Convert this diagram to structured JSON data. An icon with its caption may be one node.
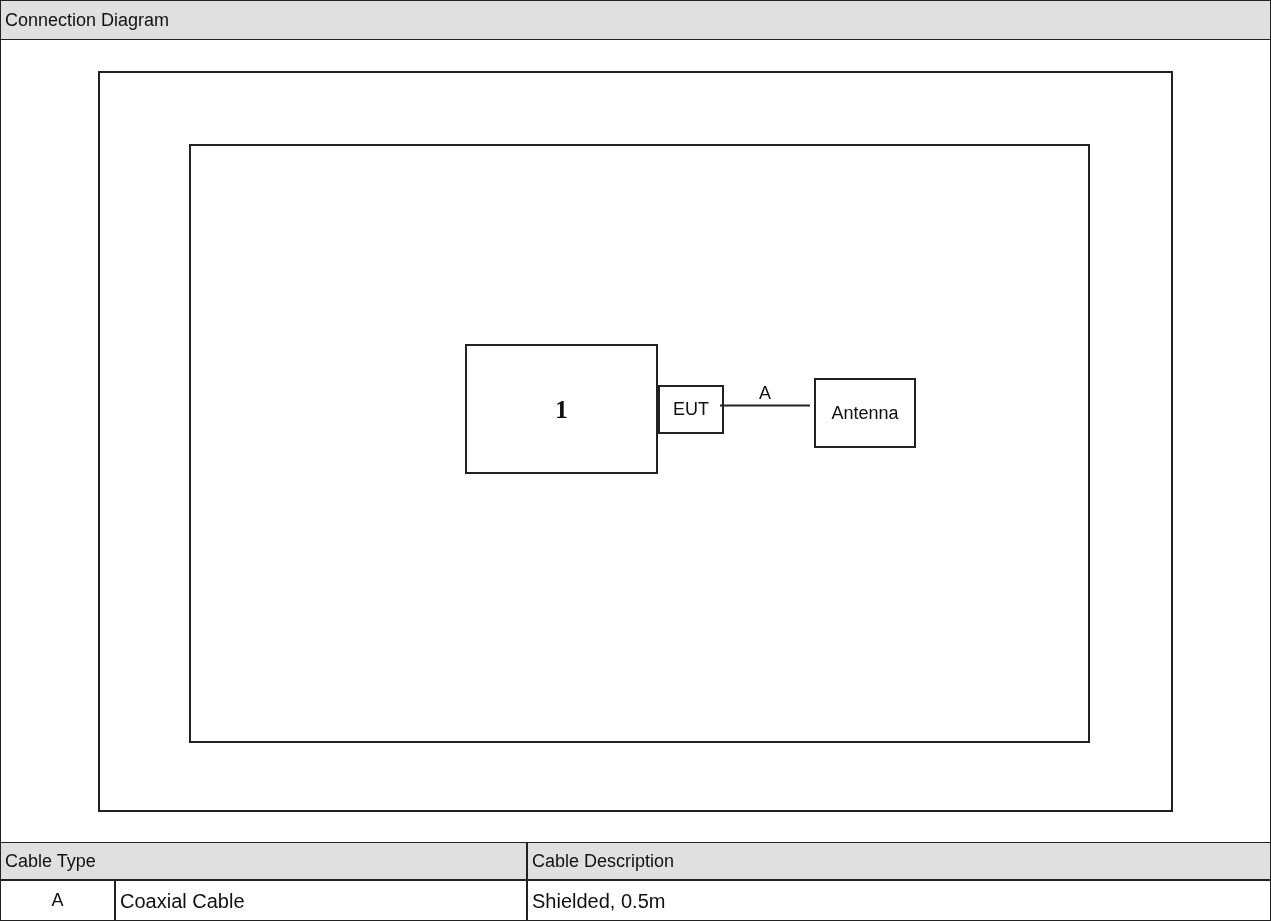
{
  "diagram": {
    "title": "Connection Diagram",
    "nodes": [
      {
        "text": [],
        "shape": "box"
      },
      {
        "text": [],
        "shape": "box",
        "in": 0
      },
      {
        "text": [
          "1"
        ],
        "in": 1
      },
      {
        "text": [
          "EUT"
        ],
        "in": 1
      },
      {
        "text": [
          "Antenna"
        ],
        "in": 1
      }
    ],
    "edges": [
      {
        "from": 3,
        "to": 4,
        "arrow": "none",
        "label": "A"
      }
    ],
    "labels": [
      "Cable Type",
      "Cable Description",
      "A",
      "Coaxial Cable",
      "Shielded, 0.5m"
    ]
  }
}
